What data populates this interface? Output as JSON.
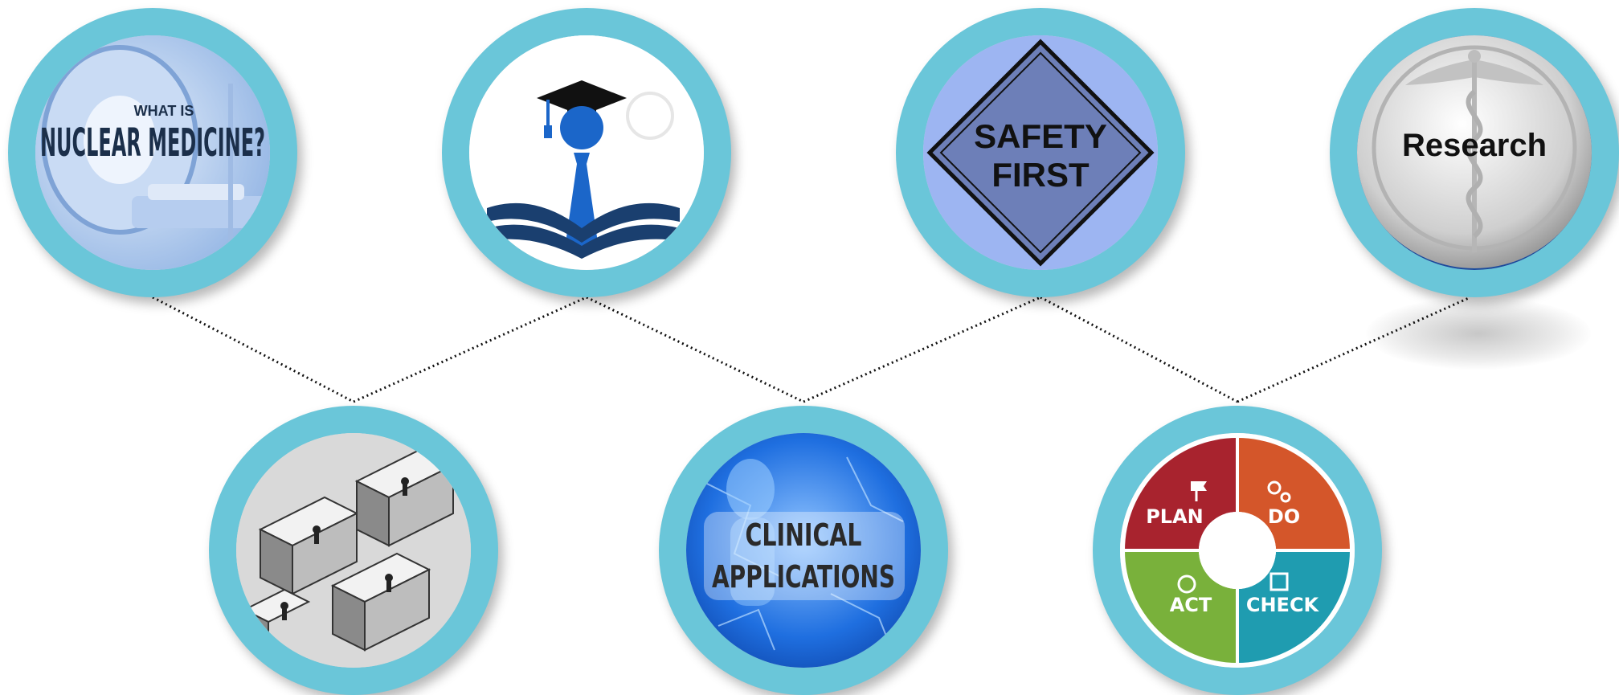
{
  "colors": {
    "ring": "#6ac6d9",
    "connector": "#111111",
    "nuclear_blue": "#1b2f4a",
    "safety_fill": "#6d7fb8",
    "safety_bg": "#9db5f2",
    "research_text": "#111111",
    "clinical_bg": "#1f6fe0",
    "pdca_plan": "#a8232e",
    "pdca_do": "#d4562a",
    "pdca_check": "#1f9cb0",
    "pdca_act": "#79b13b"
  },
  "nodes": {
    "nuclear_medicine": {
      "small": "WHAT IS",
      "big": "NUCLEAR MEDICINE?"
    },
    "education": {
      "icon": "graduate-book-icon"
    },
    "safety": {
      "line1": "SAFETY",
      "line2": "FIRST"
    },
    "research": {
      "label": "Research",
      "icon": "caduceus-icon"
    },
    "facility": {
      "icon": "facility-floorplan-icon"
    },
    "clinical": {
      "line1": "CLINICAL",
      "line2": "APPLICATIONS"
    },
    "pdca": {
      "plan": "PLAN",
      "do": "DO",
      "check": "CHECK",
      "act": "ACT"
    }
  }
}
